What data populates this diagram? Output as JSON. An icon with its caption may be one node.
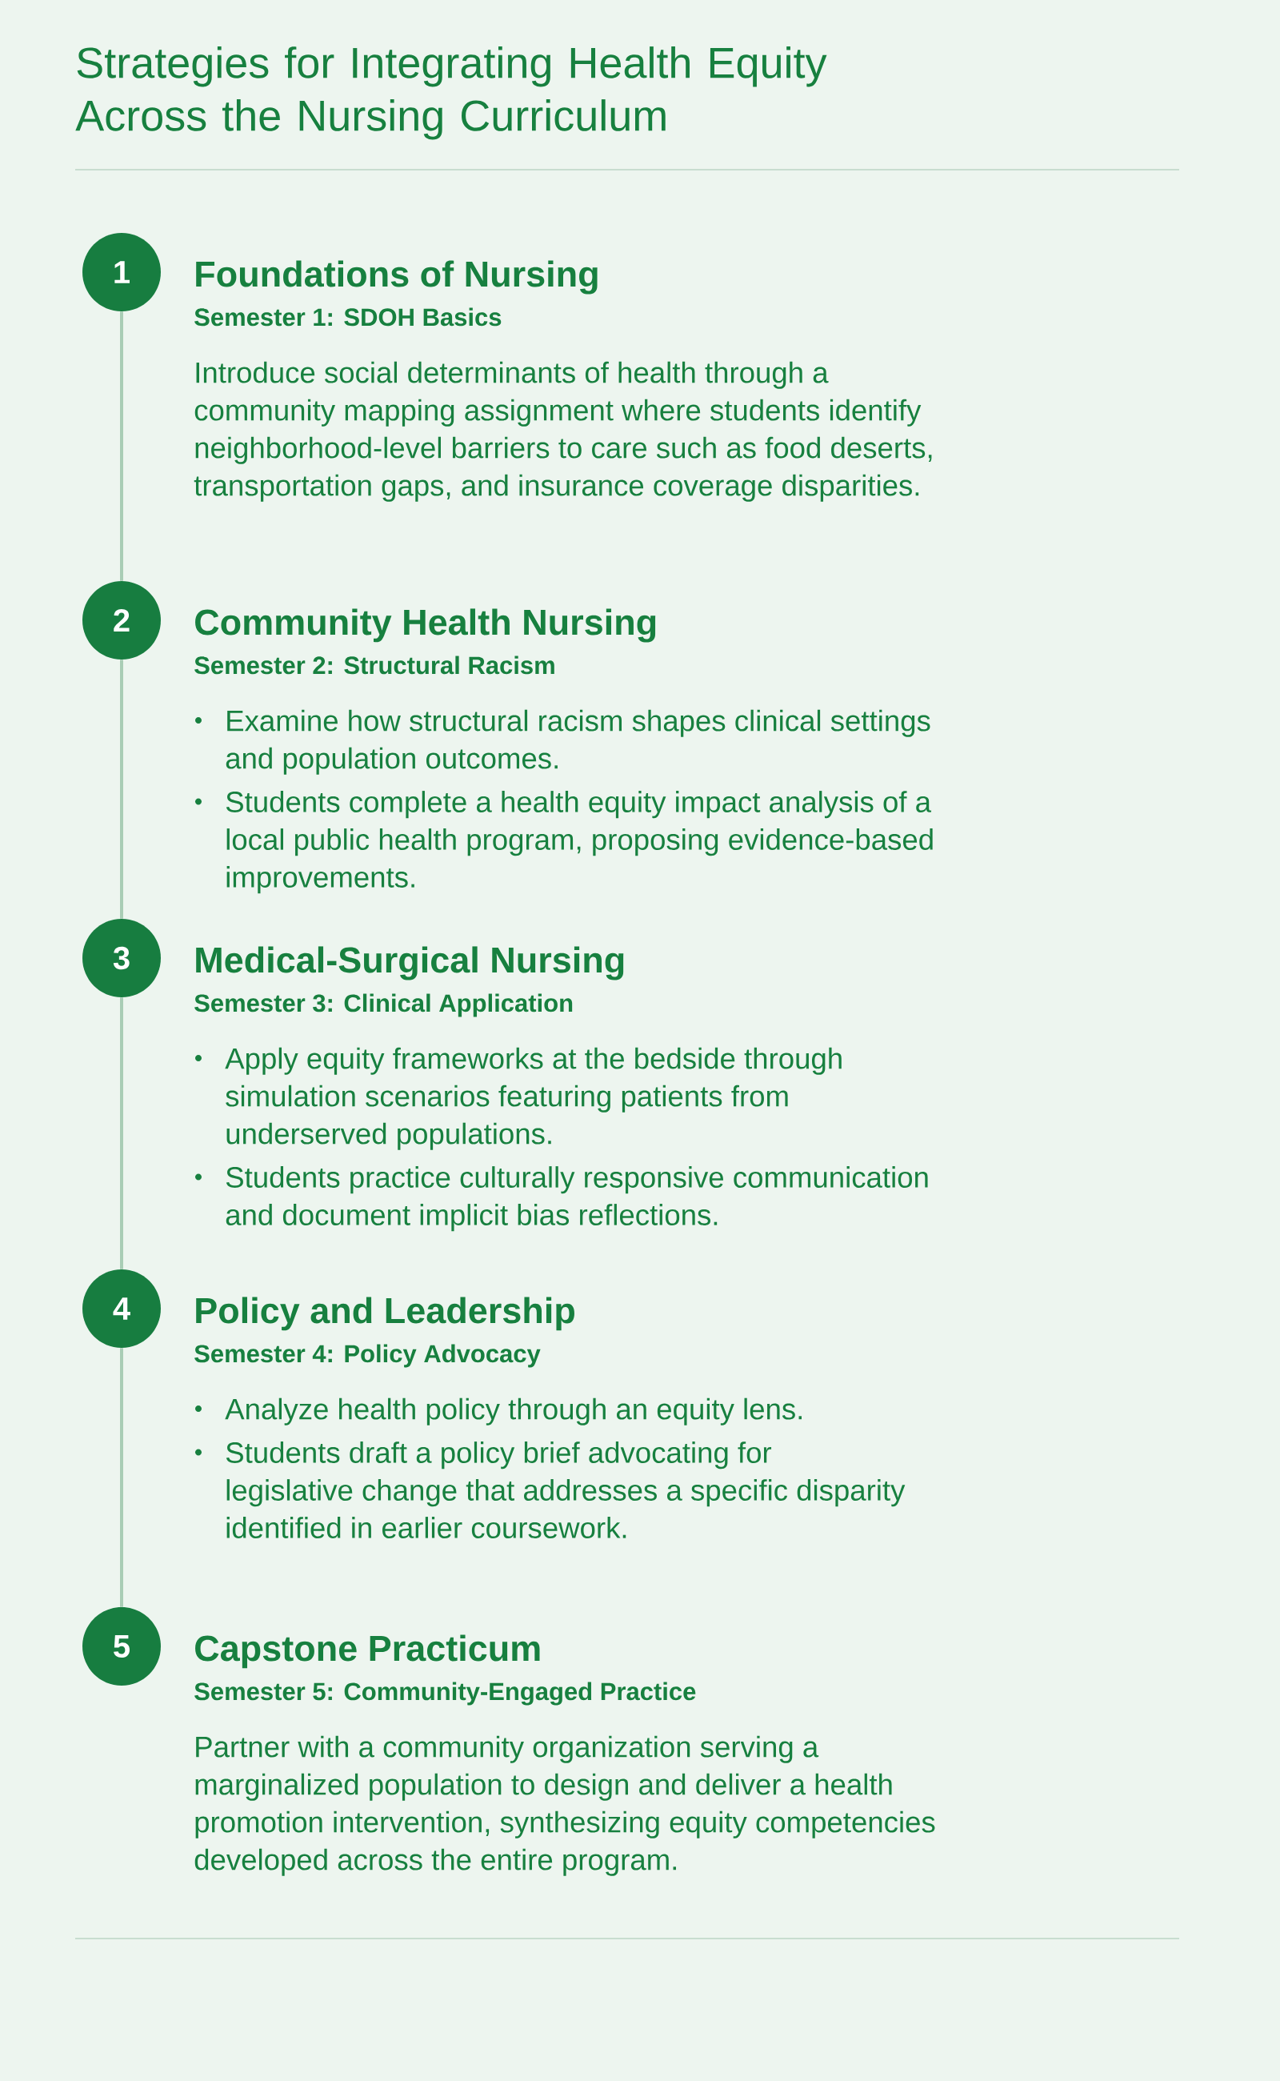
{
  "diagram": {
    "title": "Strategies for Integrating Health Equity Across the Nursing Curriculum",
    "nodes": [
      {
        "text": [
          "1"
        ],
        "beside": [
          "Foundations of Nursing",
          "Semester 1: SDOH Basics",
          "Introduce social determinants of health through a community mapping assignment where students identify neighborhood-level barriers to care such as food deserts, transportation gaps, and insurance coverage disparities."
        ]
      },
      {
        "text": [
          "2"
        ],
        "beside": [
          "Community Health Nursing",
          "Semester 2: Structural Racism",
          "Examine how structural racism shapes clinical settings and population outcomes.",
          "Students complete a health equity impact analysis of a local public health program, proposing evidence-based improvements."
        ]
      },
      {
        "text": [
          "3"
        ],
        "beside": [
          "Medical-Surgical Nursing",
          "Semester 3: Clinical Application",
          "Apply equity frameworks at the bedside through simulation scenarios featuring patients from underserved populations.",
          "Students practice culturally responsive communication and document implicit bias reflections."
        ]
      },
      {
        "text": [
          "4"
        ],
        "beside": [
          "Policy and Leadership",
          "Semester 4: Policy Advocacy",
          "Analyze health policy through an equity lens.",
          "Students draft a policy brief advocating for legislative change that addresses a specific disparity identified in earlier coursework."
        ]
      },
      {
        "text": [
          "5"
        ],
        "beside": [
          "Capstone Practicum",
          "Semester 5: Community-Engaged Practice",
          "Partner with a community organization serving a marginalized population to design and deliver a health promotion intervention, synthesizing equity competencies developed across the entire program."
        ]
      }
    ],
    "edges": [
      {
        "from": 0,
        "to": 1,
        "arrow": "none"
      },
      {
        "from": 1,
        "to": 2,
        "arrow": "none"
      },
      {
        "from": 2,
        "to": 3,
        "arrow": "none"
      },
      {
        "from": 3,
        "to": 4,
        "arrow": "none"
      }
    ]
  }
}
